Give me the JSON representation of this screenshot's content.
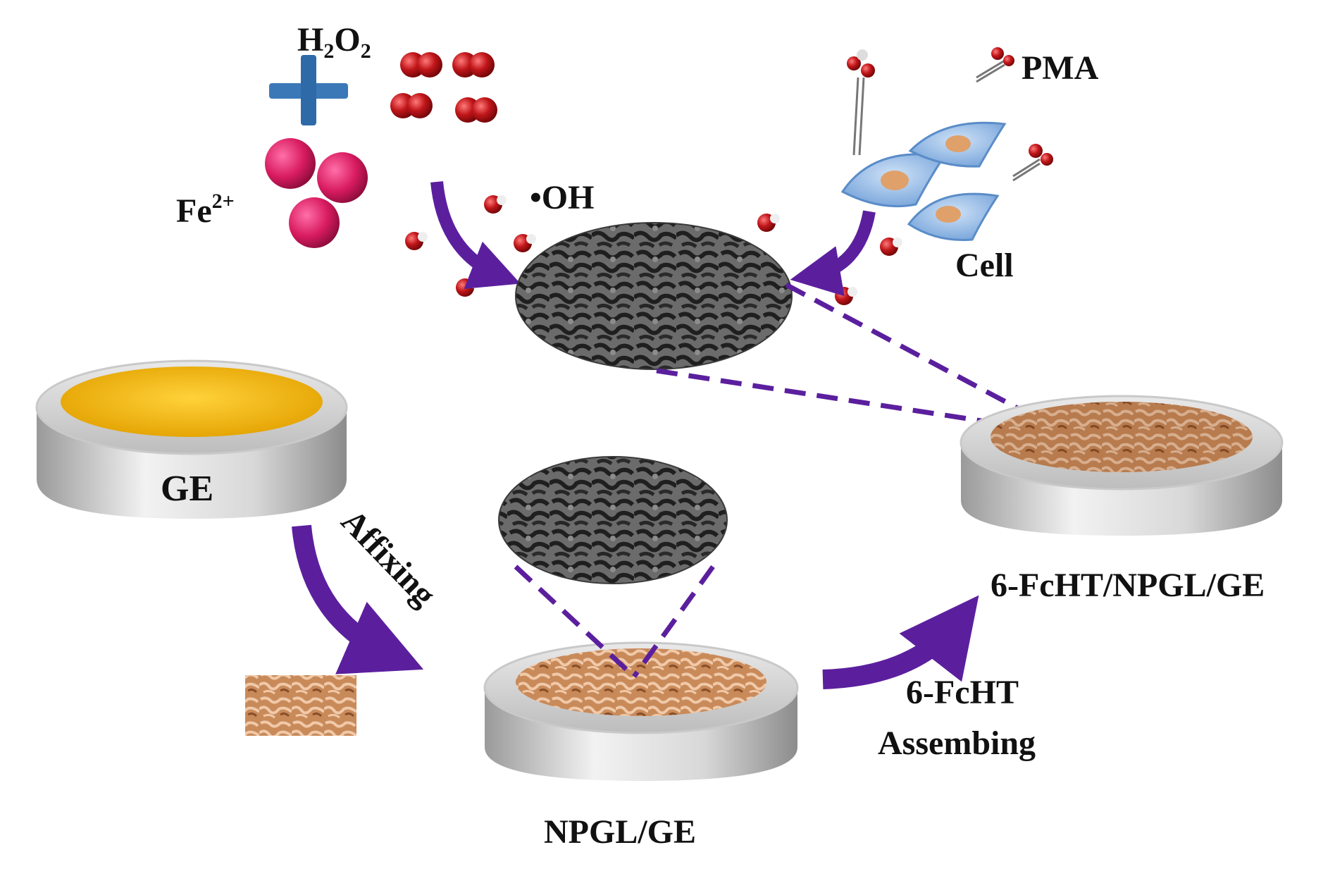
{
  "labels": {
    "h2o2_main": "H",
    "h2o2_sub1": "2",
    "h2o2_mid": "O",
    "h2o2_sub2": "2",
    "fe_main": "Fe",
    "fe_sup": "2+",
    "oh": "•OH",
    "pma": "PMA",
    "cell": "Cell",
    "ge": "GE",
    "affixing": "Affixing",
    "npgl_ge": "NPGL/GE",
    "fcht_npgl_ge": "6-FcHT/NPGL/GE",
    "fcht_line1": "6-FcHT",
    "fcht_line2": "Assembing"
  },
  "colors": {
    "arrow": "#5b1f9e",
    "dash": "#5b1f9e",
    "gold": "#f2b705",
    "porous": "#b8774a",
    "fe_ion": "#d81b60",
    "h2o2_molecule": "#b00f14",
    "radical": "#d43b3b",
    "cell_body": "#8ab6e6",
    "cross": "#3b78b8",
    "sem_dark": "#2f2f2f"
  }
}
